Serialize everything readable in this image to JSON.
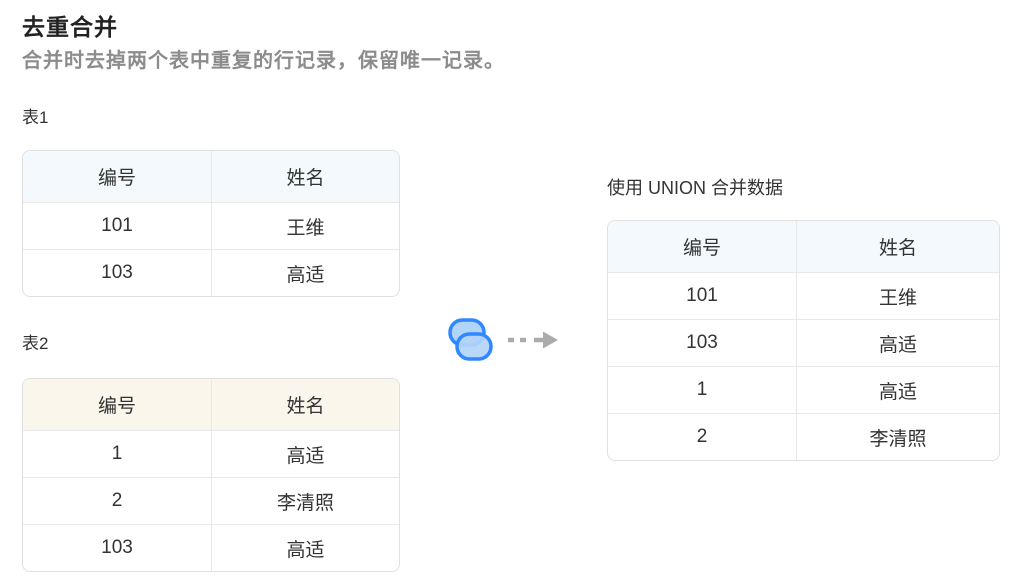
{
  "title": "去重合并",
  "subtitle": "合并时去掉两个表中重复的行记录，保留唯一记录。",
  "tables": {
    "table1": {
      "label": "表1",
      "headers": [
        "编号",
        "姓名"
      ],
      "rows": [
        [
          "101",
          "王维"
        ],
        [
          "103",
          "高适"
        ]
      ]
    },
    "table2": {
      "label": "表2",
      "headers": [
        "编号",
        "姓名"
      ],
      "rows": [
        [
          "1",
          "高适"
        ],
        [
          "2",
          "李清照"
        ],
        [
          "103",
          "高适"
        ]
      ]
    },
    "result": {
      "label": "使用 UNION 合并数据",
      "headers": [
        "编号",
        "姓名"
      ],
      "rows": [
        [
          "101",
          "王维"
        ],
        [
          "103",
          "高适"
        ],
        [
          "1",
          "高适"
        ],
        [
          "2",
          "李清照"
        ]
      ]
    }
  },
  "icons": {
    "union": "union-overlap-icon",
    "arrow": "dashed-right-arrow-icon"
  },
  "colors": {
    "accent_blue": "#2f88ff",
    "icon_fill": "#b3d4f9",
    "header_blue": "#f3f9fd",
    "header_cream": "#fbf6ec",
    "table_border": "#e0e0e0",
    "grid_line": "#e8e8e8",
    "arrow_gray": "#ababab",
    "title_color": "#222222",
    "subtitle_color": "#8c8c8c",
    "text_color": "#333333"
  }
}
